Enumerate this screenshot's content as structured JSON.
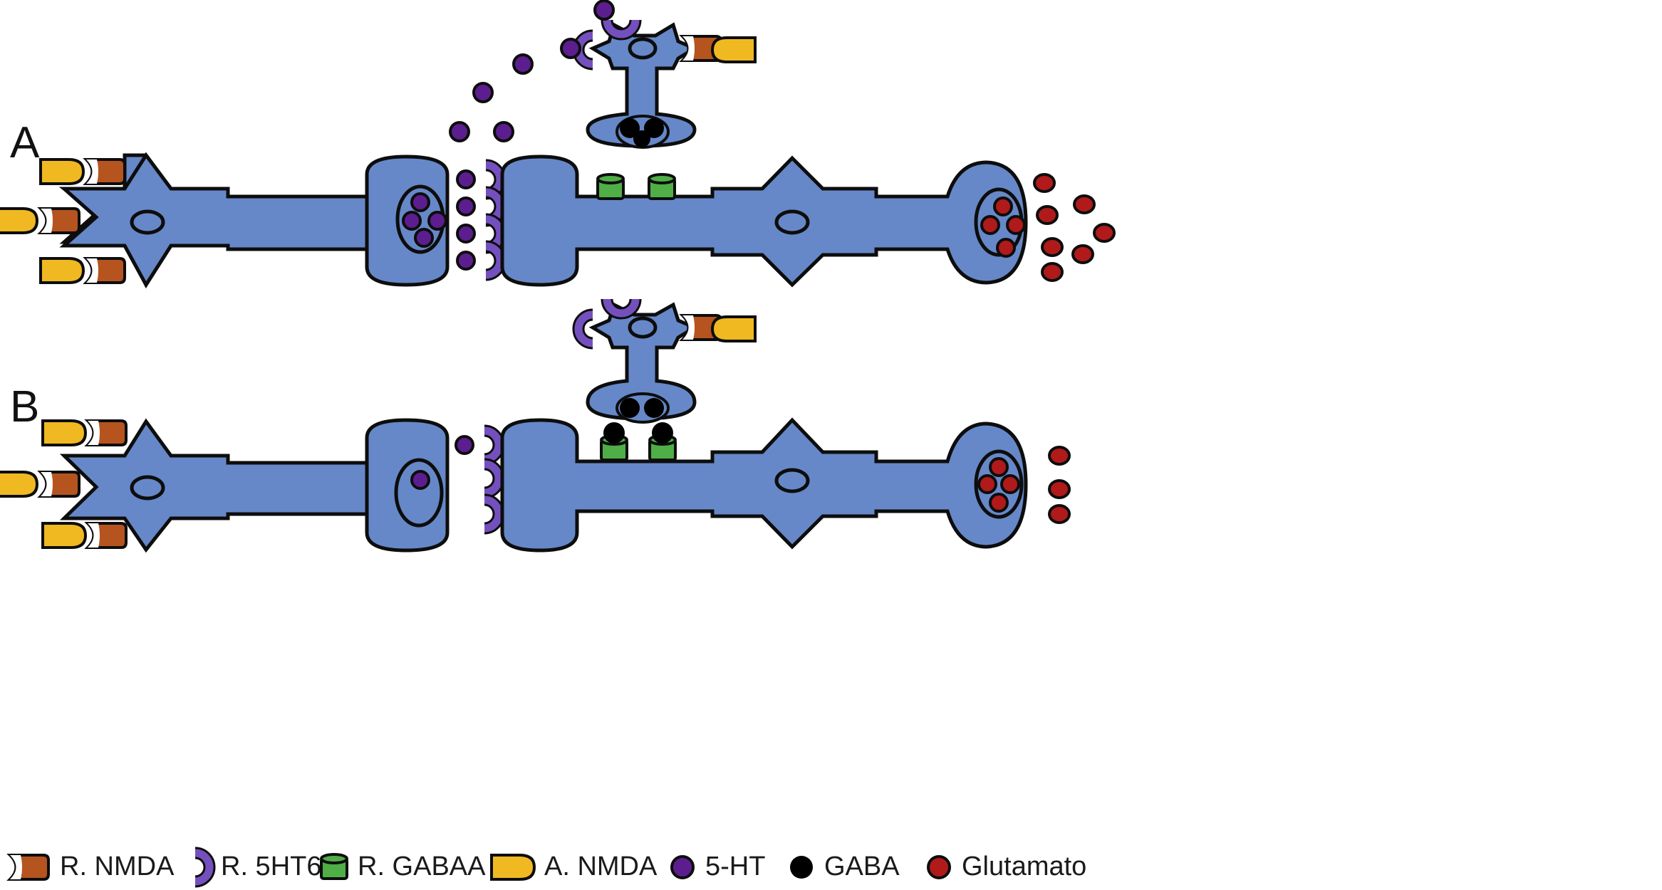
{
  "panels": [
    {
      "id": "A",
      "label": "A"
    },
    {
      "id": "B",
      "label": "B"
    }
  ],
  "legend": [
    {
      "key": "nmda_receptor",
      "label": "R. NMDA",
      "icon": "nmda-receptor-icon"
    },
    {
      "key": "ht6_receptor",
      "label": "R. 5HT6",
      "icon": "5ht6-receptor-icon"
    },
    {
      "key": "gabaa_receptor",
      "label": "R. GABAA",
      "icon": "gabaa-receptor-icon"
    },
    {
      "key": "nmda_antagonist",
      "label": "A. NMDA",
      "icon": "nmda-antagonist-icon"
    },
    {
      "key": "serotonin",
      "label": "5-HT",
      "icon": "serotonin-icon"
    },
    {
      "key": "gaba",
      "label": "GABA",
      "icon": "gaba-icon"
    },
    {
      "key": "glutamate",
      "label": "Glutamato",
      "icon": "glutamate-icon"
    }
  ],
  "colors": {
    "neuron": "#6688c8",
    "outline": "#0d0d0d",
    "nmda_receptor": "#b5541f",
    "nmda_antagonist": "#f0b922",
    "ht6_receptor": "#7450be",
    "gabaa_receptor": "#4fae46",
    "serotonin": "#5c1e8e",
    "gaba": "#000000",
    "glutamate": "#b01a1a",
    "background": "#ffffff"
  }
}
